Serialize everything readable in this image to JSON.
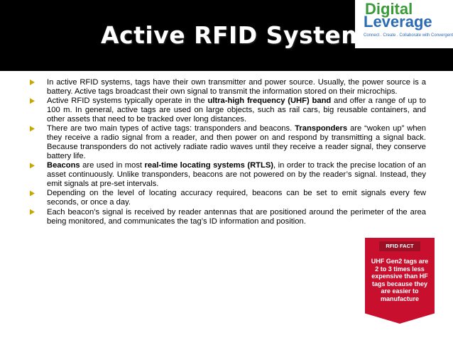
{
  "slide": {
    "title": "Active RFID Systems"
  },
  "logo": {
    "line1": "Digital",
    "line2": "Leverage",
    "tagline": "Connect . Create . Collaborate with Convergent People"
  },
  "bullets": [
    {
      "segments": [
        {
          "text": "In active RFID systems, tags have their own transmitter and power source. Usually, the power source is a battery. Active tags broadcast their own signal to transmit the information stored on their microchips.",
          "bold": false
        }
      ]
    },
    {
      "segments": [
        {
          "text": "Active RFID systems typically operate in the ",
          "bold": false
        },
        {
          "text": "ultra-high frequency (UHF) band",
          "bold": true
        },
        {
          "text": " and offer a range of up to 100 m. In general, active tags are used on large objects, such as rail cars, big reusable containers, and other assets that need to be tracked over long distances.",
          "bold": false
        }
      ]
    },
    {
      "segments": [
        {
          "text": "There are two main types of active tags: transponders and beacons. ",
          "bold": false
        },
        {
          "text": "Transponders",
          "bold": true
        },
        {
          "text": " are “woken up” when they receive a radio signal from a reader, and then power on and respond by transmitting a signal back. Because transponders do not actively radiate radio waves until they receive a reader signal, they conserve battery life.",
          "bold": false
        }
      ]
    },
    {
      "segments": [
        {
          "text": "Beacons",
          "bold": true
        },
        {
          "text": " are used in most ",
          "bold": false
        },
        {
          "text": "real-time locating systems (RTLS)",
          "bold": true
        },
        {
          "text": ", in order to track the precise location of an asset continuously. Unlike transponders, beacons are not powered on by the reader’s signal. Instead, they emit signals at pre-set intervals.",
          "bold": false
        }
      ]
    },
    {
      "segments": [
        {
          "text": "Depending on the level of locating accuracy required, beacons can be set to emit signals every few seconds, or once a day.",
          "bold": false
        }
      ]
    },
    {
      "segments": [
        {
          "text": "Each beacon’s signal is received by reader antennas that are positioned around the perimeter of the area being monitored, and communicates the tag’s ID information and position.",
          "bold": false
        }
      ]
    }
  ],
  "fact_badge": {
    "heading": "RFID FACT",
    "body": "UHF Gen2 tags are 2 to 3 times less expensive than HF tags because they are easier to manufacture"
  },
  "colors": {
    "header_bg": "#000000",
    "bullet_marker": "#c8a800",
    "badge_red": "#c8102e",
    "logo_green": "#3a9a3a",
    "logo_blue": "#2b6bb4"
  }
}
